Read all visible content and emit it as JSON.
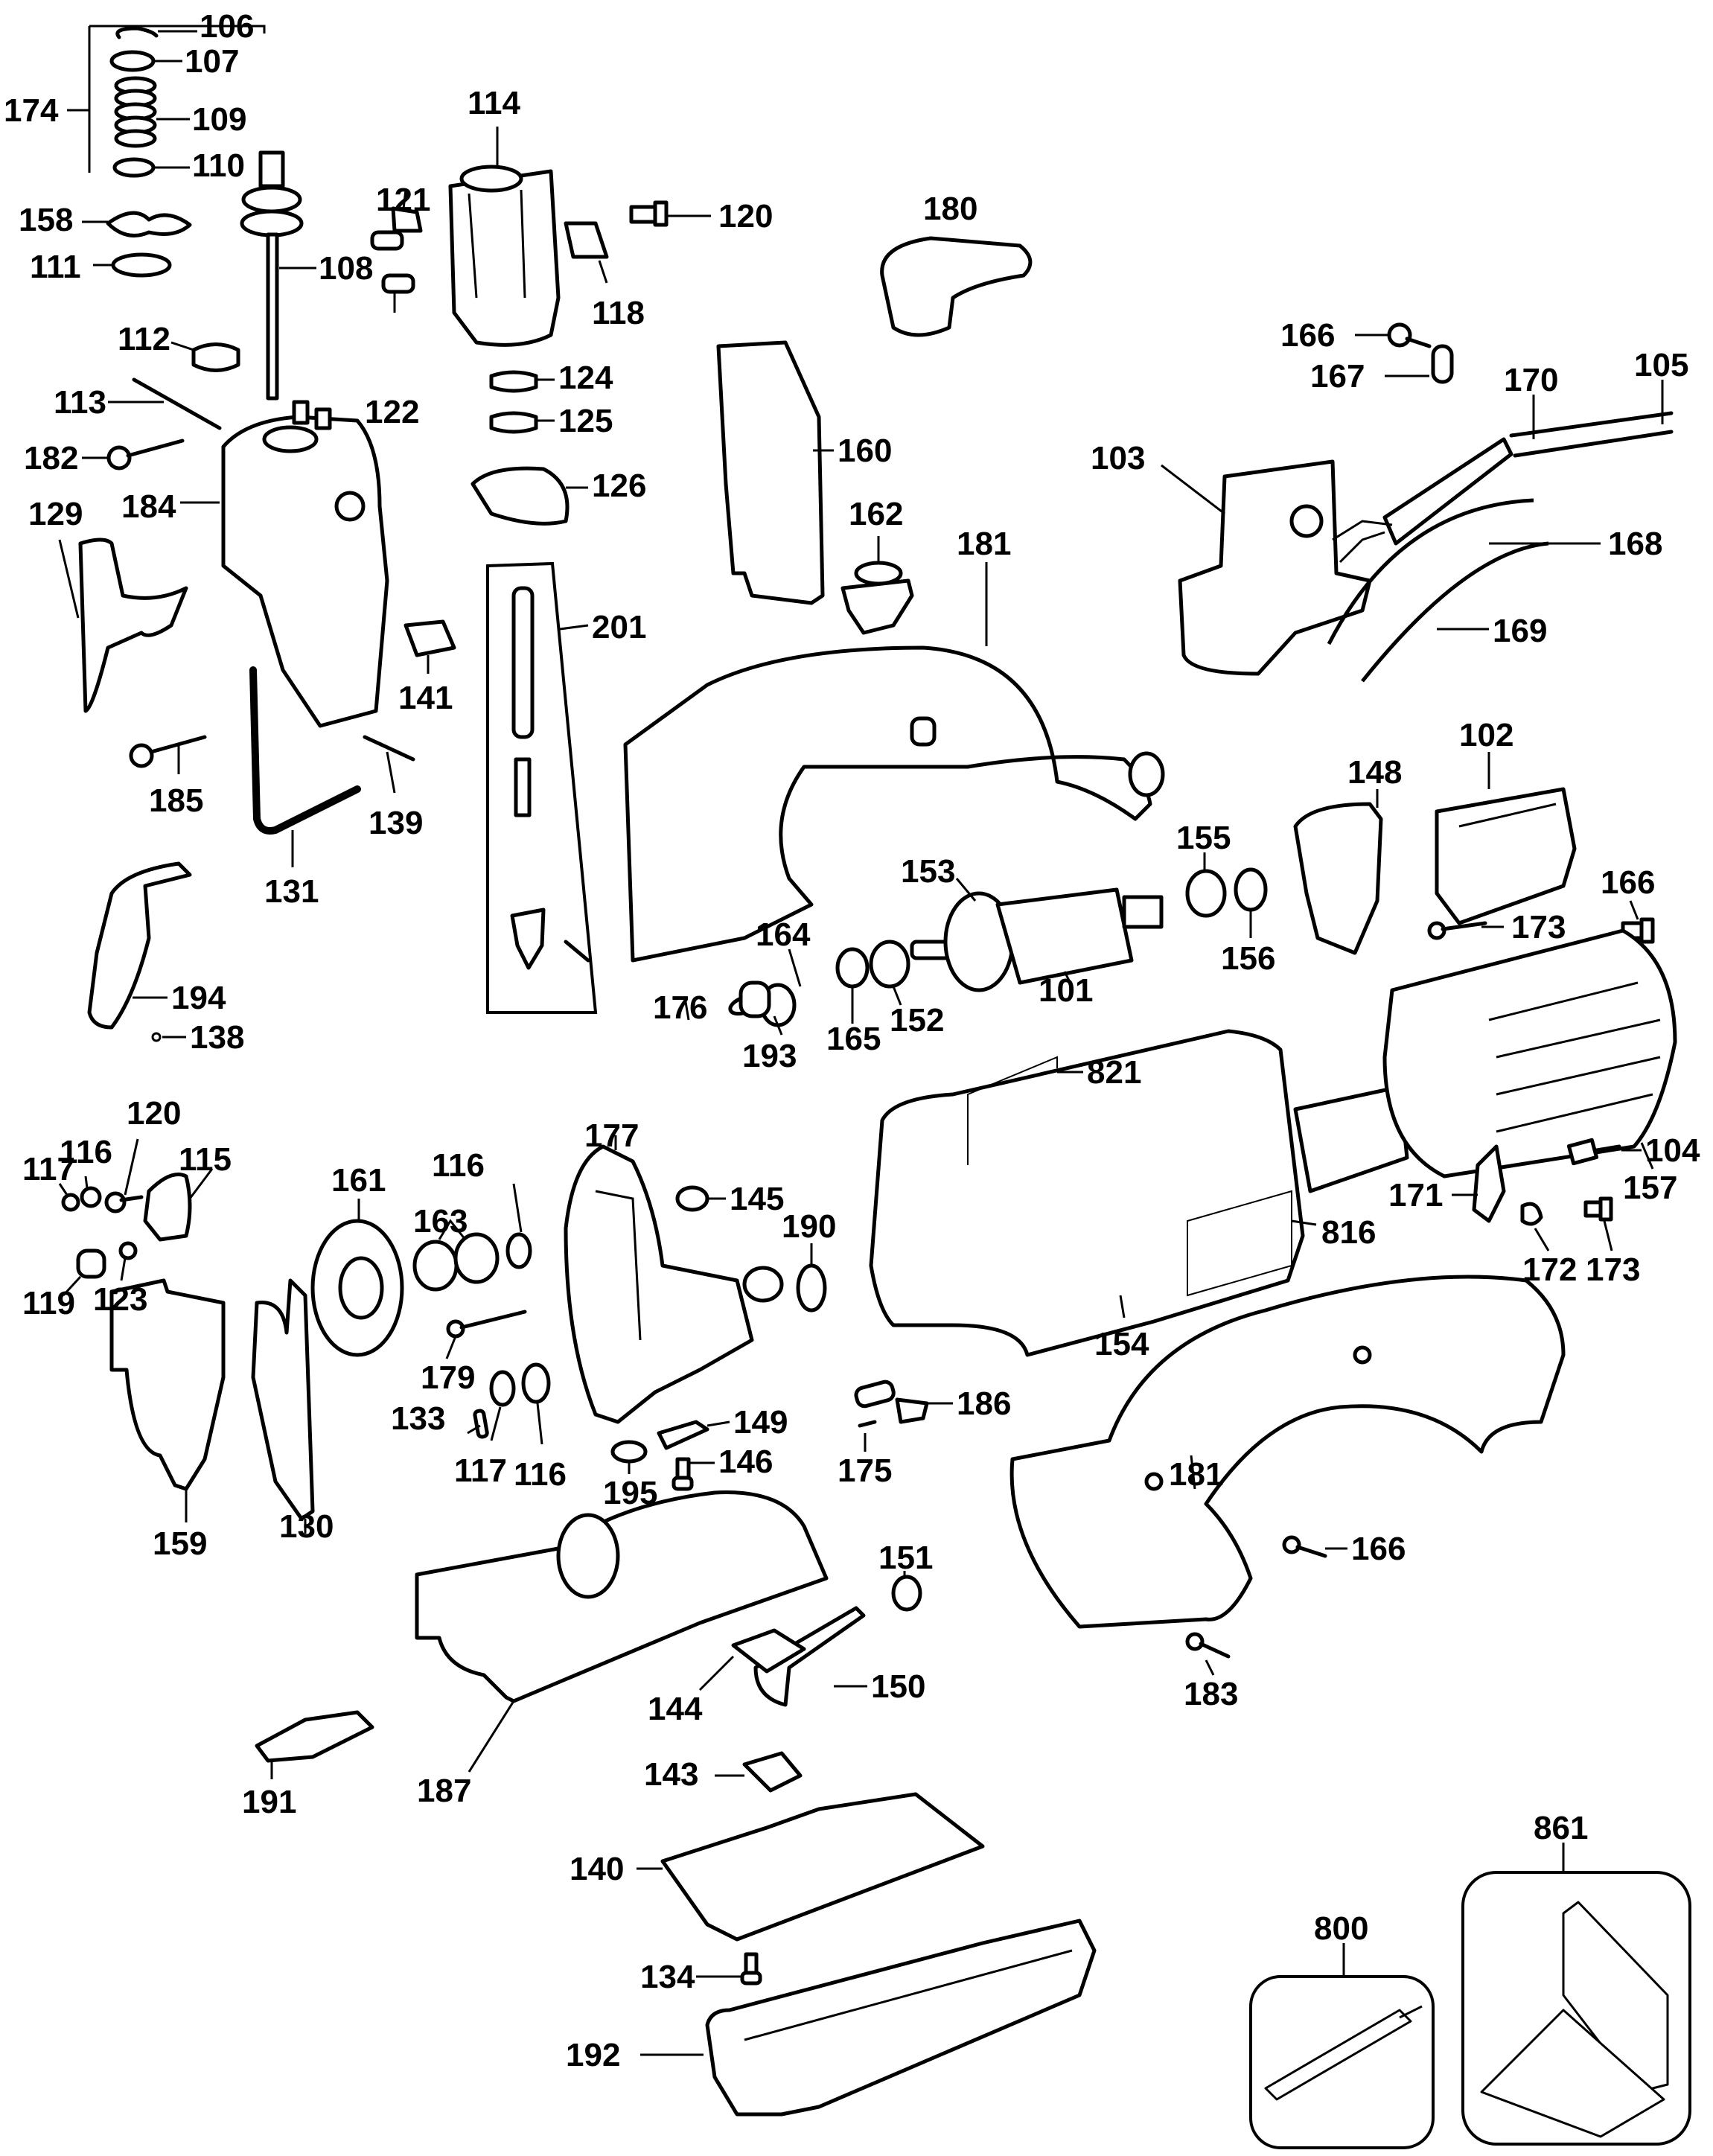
{
  "diagram": {
    "title": "Jigsaw exploded parts diagram",
    "background": "#ffffff",
    "ink": "#000000",
    "parts": [
      {
        "id": "106",
        "label": "106"
      },
      {
        "id": "107",
        "label": "107"
      },
      {
        "id": "109",
        "label": "109"
      },
      {
        "id": "110",
        "label": "110"
      },
      {
        "id": "174",
        "label": "174"
      },
      {
        "id": "158",
        "label": "158"
      },
      {
        "id": "111",
        "label": "111"
      },
      {
        "id": "108",
        "label": "108"
      },
      {
        "id": "112",
        "label": "112"
      },
      {
        "id": "113",
        "label": "113"
      },
      {
        "id": "182",
        "label": "182"
      },
      {
        "id": "184",
        "label": "184"
      },
      {
        "id": "129",
        "label": "129"
      },
      {
        "id": "185",
        "label": "185"
      },
      {
        "id": "131",
        "label": "131"
      },
      {
        "id": "139",
        "label": "139"
      },
      {
        "id": "141",
        "label": "141"
      },
      {
        "id": "194",
        "label": "194"
      },
      {
        "id": "138",
        "label": "138"
      },
      {
        "id": "114",
        "label": "114"
      },
      {
        "id": "121",
        "label": "121"
      },
      {
        "id": "122",
        "label": "122"
      },
      {
        "id": "118",
        "label": "118"
      },
      {
        "id": "120a",
        "label": "120"
      },
      {
        "id": "124",
        "label": "124"
      },
      {
        "id": "125",
        "label": "125"
      },
      {
        "id": "126",
        "label": "126"
      },
      {
        "id": "201",
        "label": "201"
      },
      {
        "id": "160",
        "label": "160"
      },
      {
        "id": "162",
        "label": "162"
      },
      {
        "id": "180",
        "label": "180"
      },
      {
        "id": "181a",
        "label": "181"
      },
      {
        "id": "176",
        "label": "176"
      },
      {
        "id": "164",
        "label": "164"
      },
      {
        "id": "193",
        "label": "193"
      },
      {
        "id": "165",
        "label": "165"
      },
      {
        "id": "152",
        "label": "152"
      },
      {
        "id": "153",
        "label": "153"
      },
      {
        "id": "101",
        "label": "101"
      },
      {
        "id": "155",
        "label": "155"
      },
      {
        "id": "156",
        "label": "156"
      },
      {
        "id": "148",
        "label": "148"
      },
      {
        "id": "102",
        "label": "102"
      },
      {
        "id": "166a",
        "label": "166"
      },
      {
        "id": "167",
        "label": "167"
      },
      {
        "id": "170",
        "label": "170"
      },
      {
        "id": "105",
        "label": "105"
      },
      {
        "id": "103",
        "label": "103"
      },
      {
        "id": "168",
        "label": "168"
      },
      {
        "id": "169",
        "label": "169"
      },
      {
        "id": "173a",
        "label": "173"
      },
      {
        "id": "166b",
        "label": "166"
      },
      {
        "id": "157",
        "label": "157"
      },
      {
        "id": "821",
        "label": "821"
      },
      {
        "id": "154",
        "label": "154"
      },
      {
        "id": "816",
        "label": "816"
      },
      {
        "id": "104",
        "label": "104"
      },
      {
        "id": "171",
        "label": "171"
      },
      {
        "id": "172",
        "label": "172"
      },
      {
        "id": "173b",
        "label": "173"
      },
      {
        "id": "120b",
        "label": "120"
      },
      {
        "id": "116a",
        "label": "116"
      },
      {
        "id": "117a",
        "label": "117"
      },
      {
        "id": "115",
        "label": "115"
      },
      {
        "id": "119",
        "label": "119"
      },
      {
        "id": "123",
        "label": "123"
      },
      {
        "id": "161",
        "label": "161"
      },
      {
        "id": "116b",
        "label": "116"
      },
      {
        "id": "163",
        "label": "163"
      },
      {
        "id": "177",
        "label": "177"
      },
      {
        "id": "145",
        "label": "145"
      },
      {
        "id": "190",
        "label": "190"
      },
      {
        "id": "179",
        "label": "179"
      },
      {
        "id": "133",
        "label": "133"
      },
      {
        "id": "117b",
        "label": "117"
      },
      {
        "id": "116c",
        "label": "116"
      },
      {
        "id": "149",
        "label": "149"
      },
      {
        "id": "146",
        "label": "146"
      },
      {
        "id": "195",
        "label": "195"
      },
      {
        "id": "186",
        "label": "186"
      },
      {
        "id": "175",
        "label": "175"
      },
      {
        "id": "181b",
        "label": "181"
      },
      {
        "id": "166c",
        "label": "166"
      },
      {
        "id": "183",
        "label": "183"
      },
      {
        "id": "159",
        "label": "159"
      },
      {
        "id": "130",
        "label": "130"
      },
      {
        "id": "187",
        "label": "187"
      },
      {
        "id": "191",
        "label": "191"
      },
      {
        "id": "151",
        "label": "151"
      },
      {
        "id": "150",
        "label": "150"
      },
      {
        "id": "144",
        "label": "144"
      },
      {
        "id": "143",
        "label": "143"
      },
      {
        "id": "140",
        "label": "140"
      },
      {
        "id": "134",
        "label": "134"
      },
      {
        "id": "192",
        "label": "192"
      },
      {
        "id": "800",
        "label": "800"
      },
      {
        "id": "861",
        "label": "861"
      }
    ]
  }
}
